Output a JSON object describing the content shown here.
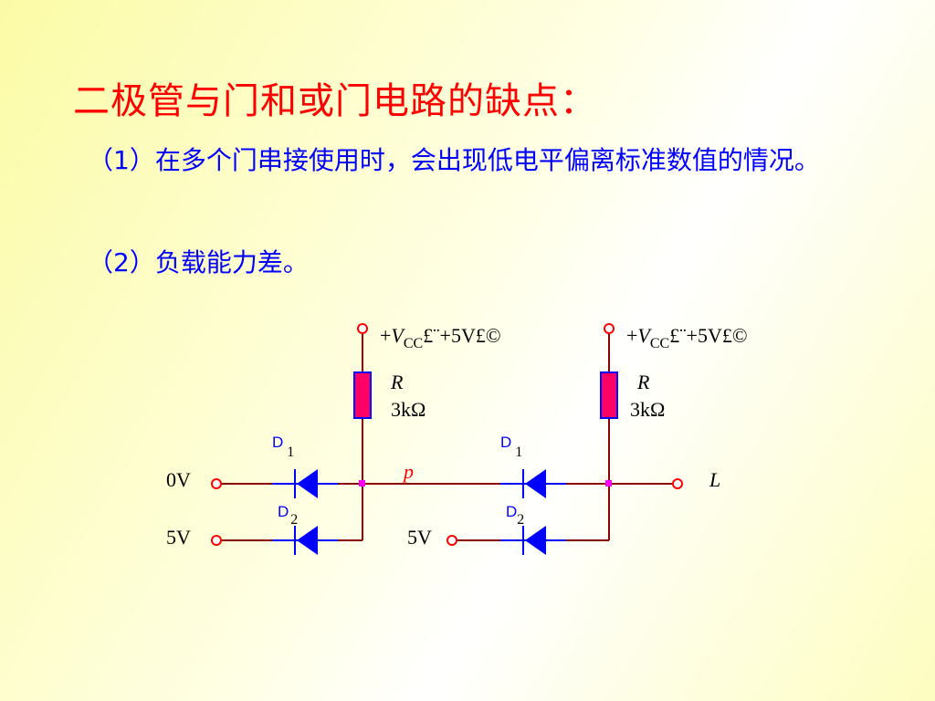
{
  "slide": {
    "title": "二极管与门和或门电路的缺点：",
    "points": [
      "（1）在多个门串接使用时，会出现低电平偏离标准数值的情况。",
      "（2）负载能力差。"
    ]
  },
  "circuit": {
    "supply": {
      "prefix": "+",
      "symbol": "V",
      "subscript": "CC",
      "value_text": "£¨+5V£©"
    },
    "resistor": {
      "symbol": "R",
      "value": "3kΩ"
    },
    "diode_letter": "D",
    "diode_indices": [
      "1",
      "2"
    ],
    "inputs": {
      "and_a": "0V",
      "and_b": "5V",
      "or_b": "5V"
    },
    "node": "p",
    "output": "L",
    "colors": {
      "wire": "#8b0000",
      "diode": "#0000ff",
      "resistor_fill": "#ff0066",
      "resistor_border": "#0000ff",
      "terminal": "#ff0000",
      "junction": "#ff00ff"
    }
  }
}
